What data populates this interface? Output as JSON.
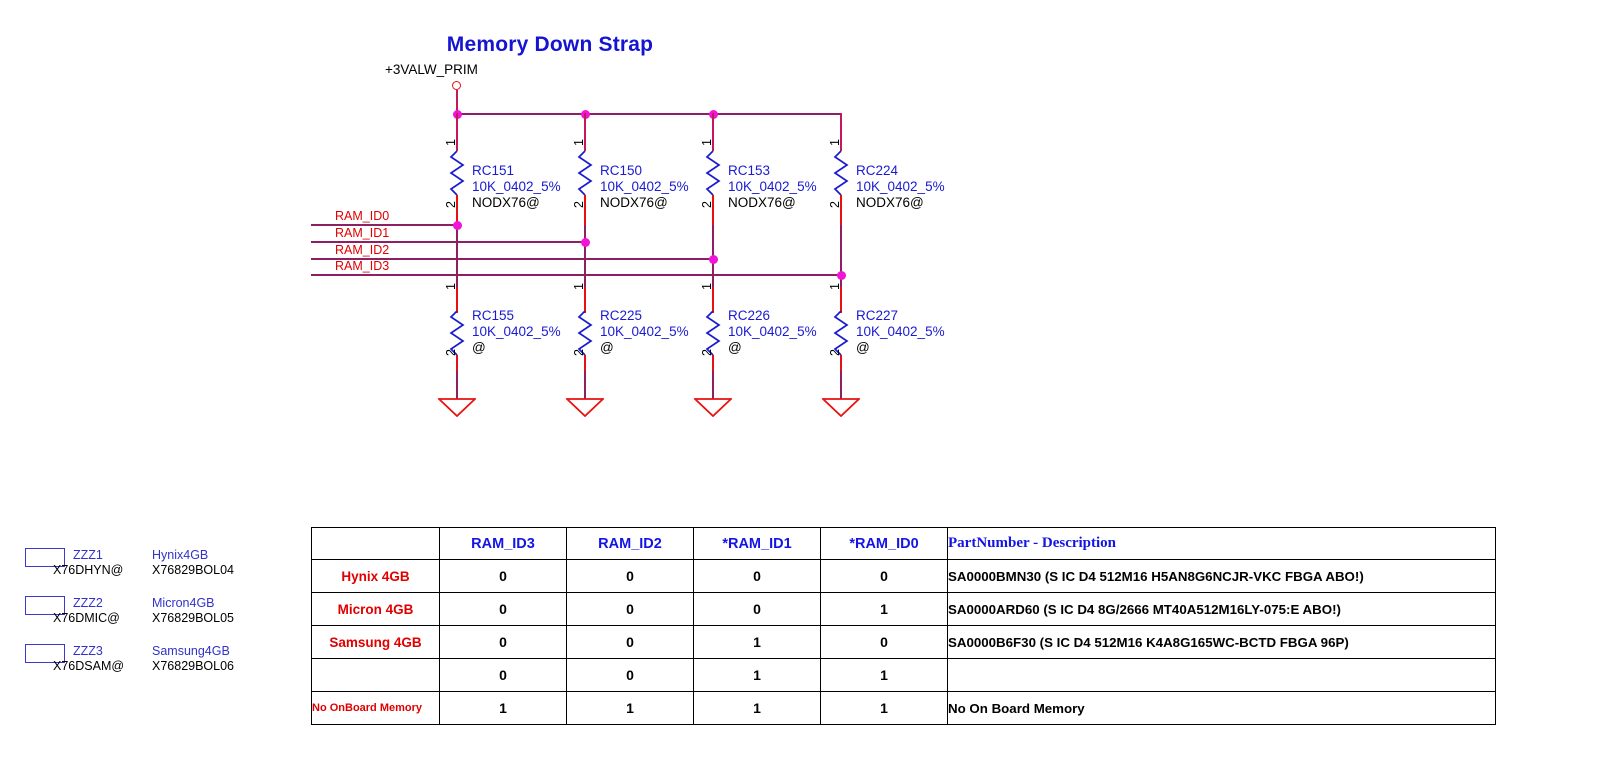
{
  "sheet": {
    "title": "Memory Down Strap",
    "power_net": "+3VALW_PRIM"
  },
  "schematic": {
    "columns": [
      {
        "net": "RAM_ID0",
        "pullup": {
          "ref": "RC151",
          "value": "10K_0402_5%",
          "footnote": "NODX76@",
          "pin_top": "1",
          "pin_bottom": "2"
        },
        "pulldown": {
          "ref": "RC155",
          "value": "10K_0402_5%",
          "footnote": "@",
          "pin_top": "1",
          "pin_bottom": "2"
        }
      },
      {
        "net": "RAM_ID1",
        "pullup": {
          "ref": "RC150",
          "value": "10K_0402_5%",
          "footnote": "NODX76@",
          "pin_top": "1",
          "pin_bottom": "2"
        },
        "pulldown": {
          "ref": "RC225",
          "value": "10K_0402_5%",
          "footnote": "@",
          "pin_top": "1",
          "pin_bottom": "2"
        }
      },
      {
        "net": "RAM_ID2",
        "pullup": {
          "ref": "RC153",
          "value": "10K_0402_5%",
          "footnote": "NODX76@",
          "pin_top": "1",
          "pin_bottom": "2"
        },
        "pulldown": {
          "ref": "RC226",
          "value": "10K_0402_5%",
          "footnote": "@",
          "pin_top": "1",
          "pin_bottom": "2"
        }
      },
      {
        "net": "RAM_ID3",
        "pullup": {
          "ref": "RC224",
          "value": "10K_0402_5%",
          "footnote": "NODX76@",
          "pin_top": "1",
          "pin_bottom": "2"
        },
        "pulldown": {
          "ref": "RC227",
          "value": "10K_0402_5%",
          "footnote": "@",
          "pin_top": "1",
          "pin_bottom": "2"
        }
      }
    ],
    "net_labels": [
      "RAM_ID0",
      "RAM_ID1",
      "RAM_ID2",
      "RAM_ID3"
    ]
  },
  "legend": {
    "items": [
      {
        "code": "ZZZ1",
        "part": "X76DHYN@",
        "vendor": "Hynix4GB",
        "bom": "X76829BOL04"
      },
      {
        "code": "ZZZ2",
        "part": "X76DMIC@",
        "vendor": "Micron4GB",
        "bom": "X76829BOL05"
      },
      {
        "code": "ZZZ3",
        "part": "X76DSAM@",
        "vendor": "Samsung4GB",
        "bom": "X76829BOL06"
      }
    ]
  },
  "table": {
    "headers": [
      "",
      "RAM_ID3",
      "RAM_ID2",
      "*RAM_ID1",
      "*RAM_ID0",
      "PartNumber - Description"
    ],
    "rows": [
      {
        "name": "Hynix 4GB",
        "name_small": false,
        "bits": [
          "0",
          "0",
          "0",
          "0"
        ],
        "part": "SA0000BMN30 (S IC D4 512M16 H5AN8G6NCJR-VKC FBGA ABO!)"
      },
      {
        "name": "Micron 4GB",
        "name_small": false,
        "bits": [
          "0",
          "0",
          "0",
          "1"
        ],
        "part": "SA0000ARD60 (S IC D4 8G/2666 MT40A512M16LY-075:E ABO!)"
      },
      {
        "name": "Samsung 4GB",
        "name_small": false,
        "bits": [
          "0",
          "0",
          "1",
          "0"
        ],
        "part": "SA0000B6F30 (S IC D4 512M16 K4A8G165WC-BCTD FBGA 96P)"
      },
      {
        "name": "",
        "name_small": false,
        "bits": [
          "0",
          "0",
          "1",
          "1"
        ],
        "part": ""
      },
      {
        "name": "No OnBoard Memory",
        "name_small": true,
        "bits": [
          "1",
          "1",
          "1",
          "1"
        ],
        "part": "No On Board Memory"
      }
    ]
  },
  "colors": {
    "title_blue": "#1414d2",
    "wire_purple": "#8c2062",
    "pin_red": "#e81010",
    "junction_magenta": "#f213d8",
    "resistor_blue": "#1a1ad0",
    "net_label_red": "#e00000",
    "header_blue": "#1414e6",
    "row_name_red": "#e00000"
  }
}
